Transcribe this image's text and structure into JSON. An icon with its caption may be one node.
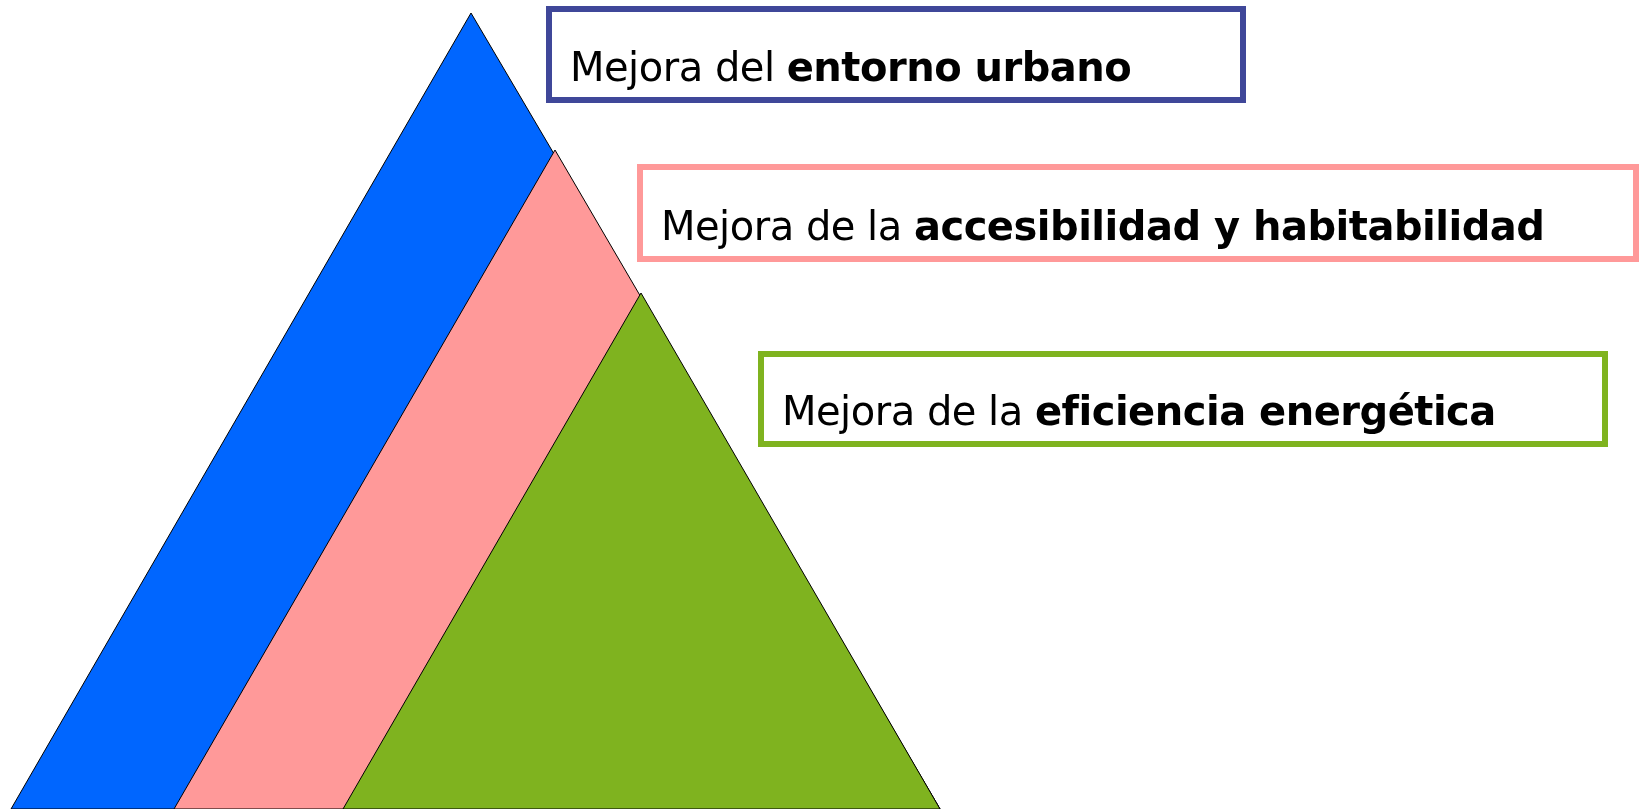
{
  "diagram": {
    "nodes": [
      {
        "text": [
          "Mejora del **entorno urbano**"
        ]
      },
      {
        "text": [
          "Mejora de la **accesibilidad y habitabilidad**"
        ]
      },
      {
        "text": [
          "Mejora de la **eficiencia energética**"
        ]
      }
    ]
  }
}
